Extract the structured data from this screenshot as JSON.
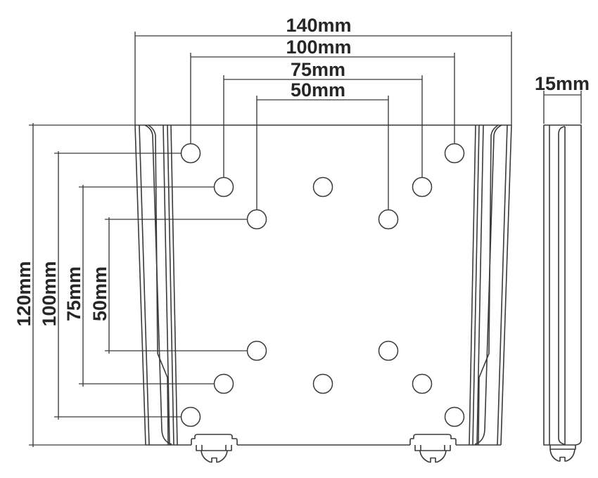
{
  "colors": {
    "background": "#ffffff",
    "line": "#3a3a3a",
    "text": "#262626"
  },
  "front_view": {
    "description": "VESA wall-plate front view with mounting holes",
    "top_dimensions": [
      {
        "label": "140mm"
      },
      {
        "label": "100mm"
      },
      {
        "label": "75mm"
      },
      {
        "label": "50mm"
      }
    ],
    "left_dimensions": [
      {
        "label": "120mm"
      },
      {
        "label": "100mm"
      },
      {
        "label": "75mm"
      },
      {
        "label": "50mm"
      }
    ],
    "hole_count": 14
  },
  "side_view": {
    "description": "wall-plate side profile",
    "top_dimensions": [
      {
        "label": "15mm"
      }
    ]
  }
}
